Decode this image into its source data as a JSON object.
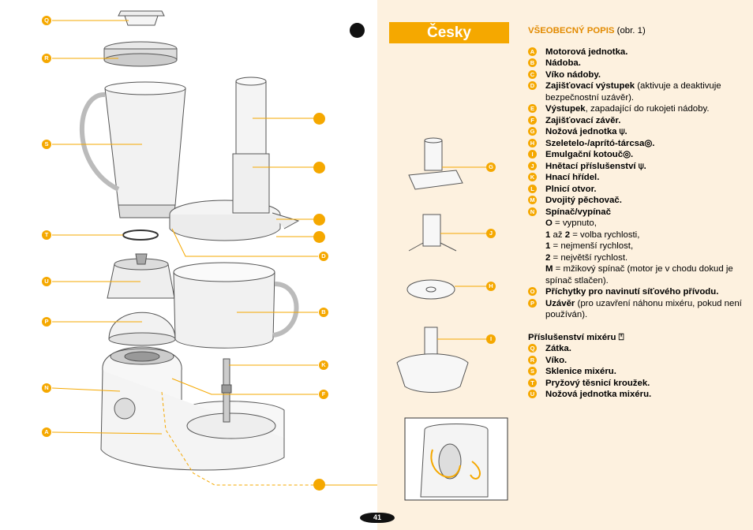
{
  "lang_label": "Česky",
  "page_number": "41",
  "description": {
    "heading": "VŠEOBECNÝ POPIS",
    "heading_suffix": " (obr. 1)",
    "items": [
      {
        "badge": "A",
        "bold": "Motorová jednotka.",
        "rest": ""
      },
      {
        "badge": "B",
        "bold": "Nádoba.",
        "rest": ""
      },
      {
        "badge": "C",
        "bold": "Víko nádoby.",
        "rest": ""
      },
      {
        "badge": "D",
        "bold": "Zajišťovací výstupek",
        "rest": " (aktivuje a deaktivuje bezpečnostní uzávěr)."
      },
      {
        "badge": "E",
        "bold": "Výstupek",
        "rest": ", zapadající do rukojeti nádoby."
      },
      {
        "badge": "F",
        "bold": "Zajišťovací závěr.",
        "rest": ""
      },
      {
        "badge": "G",
        "bold": "Nožová jednotka ⍦.",
        "rest": ""
      },
      {
        "badge": "H",
        "bold": "Szeletelo-/aprító-tárcsa◎.",
        "rest": ""
      },
      {
        "badge": "I",
        "bold": "Emulgační kotouč◎.",
        "rest": ""
      },
      {
        "badge": "J",
        "bold": "Hnětací příslušenství ⍦.",
        "rest": ""
      },
      {
        "badge": "K",
        "bold": "Hnací hřídel.",
        "rest": ""
      },
      {
        "badge": "L",
        "bold": "Plnicí otvor.",
        "rest": ""
      },
      {
        "badge": "M",
        "bold": "Dvojitý pěchovač.",
        "rest": ""
      },
      {
        "badge": "N",
        "bold": "Spínač/vypínač",
        "rest": ""
      }
    ],
    "switch_lines": [
      {
        "bold": "O",
        "rest": " = vypnuto,"
      },
      {
        "bold": "1",
        "mid": " až ",
        "bold2": "2",
        "rest": " = volba rychlosti,"
      },
      {
        "bold": "1",
        "rest": "  = nejmenší rychlost,"
      },
      {
        "bold": "2",
        "rest": "  = největší rychlost."
      },
      {
        "bold": "M",
        "rest": " = mžikový spínač (motor je v chodu dokud je spínač stlačen)."
      }
    ],
    "items2": [
      {
        "badge": "O",
        "bold": "Příchytky pro navinutí síťového přívodu.",
        "rest": ""
      },
      {
        "badge": "P",
        "bold": "Uzávěr",
        "rest": " (pro uzavření náhonu mixéru, pokud není používán)."
      }
    ],
    "accessories_heading": "Příslušenství mixéru ⍞",
    "accessories": [
      {
        "badge": "Q",
        "bold": "Zátka.",
        "rest": ""
      },
      {
        "badge": "R",
        "bold": "Víko.",
        "rest": ""
      },
      {
        "badge": "S",
        "bold": "Sklenice mixéru.",
        "rest": ""
      },
      {
        "badge": "T",
        "bold": "Pryžový těsnicí kroužek.",
        "rest": ""
      },
      {
        "badge": "U",
        "bold": "Nožová jednotka mixéru.",
        "rest": ""
      }
    ]
  },
  "callouts_left": [
    "Q",
    "R",
    "S",
    "T",
    "U",
    "P",
    "N",
    "A"
  ],
  "callouts_right": [
    "D",
    "B",
    "K",
    "F"
  ],
  "callouts_mid": [
    "G",
    "J",
    "H",
    "I"
  ],
  "colors": {
    "accent": "#f5a800",
    "heading": "#e28a00",
    "background": "#fdf1df"
  }
}
